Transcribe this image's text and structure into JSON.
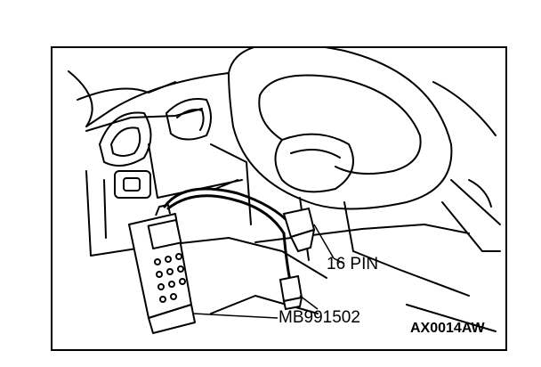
{
  "labels": {
    "connector": "16 PIN",
    "tool": "MB991502",
    "figure_code": "AX0014AW"
  },
  "colors": {
    "ink": "#000000",
    "background": "#ffffff"
  }
}
